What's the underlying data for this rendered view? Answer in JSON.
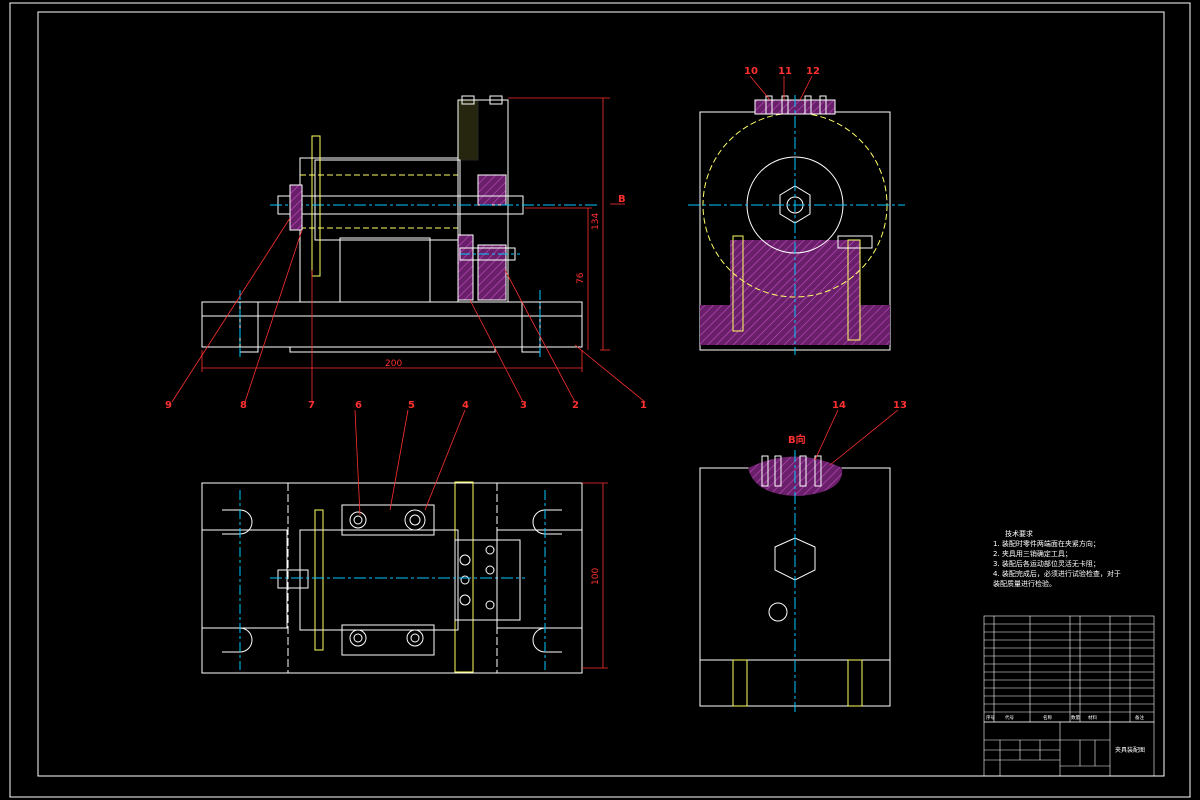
{
  "colors": {
    "background": "#000000",
    "outline": "#ffffff",
    "hidden_lines": "#ffff66",
    "center_lines": "#00c8ff",
    "dimensions": "#ff3030",
    "hatch": "#c040c0"
  },
  "front_view": {
    "dim_width": "200",
    "dim_height_total": "134",
    "dim_height_axis": "76",
    "view_arrow": "B",
    "callouts": [
      "9",
      "8",
      "7",
      "3",
      "2",
      "1"
    ]
  },
  "top_view": {
    "dim_depth": "100",
    "callouts": [
      "6",
      "5",
      "4"
    ]
  },
  "side_view": {
    "callouts": [
      "10",
      "11",
      "12"
    ]
  },
  "view_b": {
    "label": "B向",
    "callouts": [
      "14",
      "13"
    ]
  },
  "technical_requirements": {
    "title": "技术要求",
    "items": [
      "1. 装配时零件两端面在夹紧方向；",
      "2. 夹具用三销确定工具；",
      "3. 装配后各运动部位灵活无卡阻；",
      "4. 装配完成后，必须进行试验检查，对于",
      "装配质量进行检验。"
    ]
  },
  "title_block": {
    "drawing_name": "夹具装配图",
    "header_labels": [
      "序号",
      "代号",
      "名称",
      "数量",
      "材料",
      "备注"
    ]
  }
}
